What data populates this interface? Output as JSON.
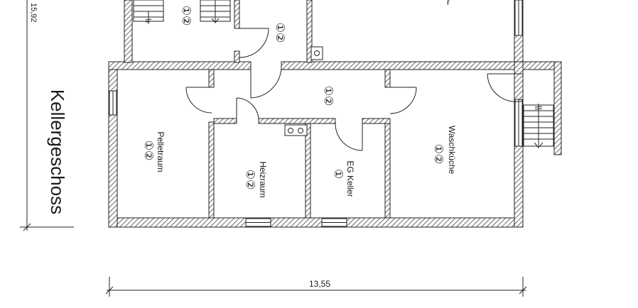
{
  "plan": {
    "title": "Kellergeschoss",
    "dimension_width": "13,55",
    "dimension_depth": "15,92",
    "top_cut_text": "r"
  },
  "rooms": [
    {
      "id": "pelletraum",
      "name": "Pelletraum",
      "marks": "①②"
    },
    {
      "id": "heizraum",
      "name": "Heizraum",
      "marks": "①②"
    },
    {
      "id": "eg-keller",
      "name": "EG Keller",
      "marks": "①"
    },
    {
      "id": "waschkueche",
      "name": "Waschküche",
      "marks": "①②"
    },
    {
      "id": "flur",
      "name": "",
      "marks": "①②"
    },
    {
      "id": "top-small",
      "name": "",
      "marks": "①②"
    },
    {
      "id": "top-left",
      "name": "",
      "marks": "①②"
    }
  ],
  "colors": {
    "line": "#222222",
    "hatch": "#444444",
    "paper": "#ffffff"
  }
}
